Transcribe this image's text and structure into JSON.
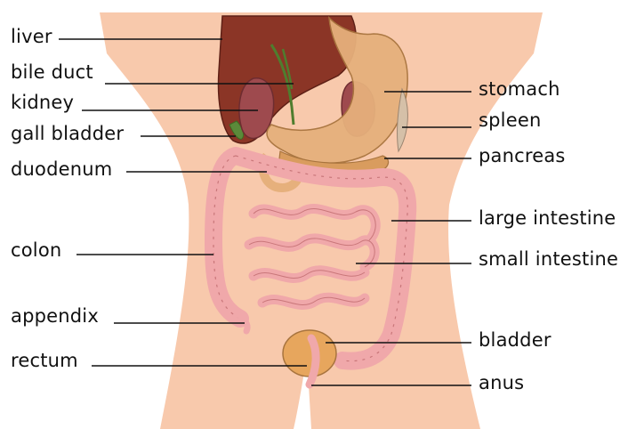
{
  "labels": {
    "liver": "liver",
    "bile_duct": "bile duct",
    "kidney": "kidney",
    "gall_bladder": "gall bladder",
    "duodenum": "duodenum",
    "colon": "colon",
    "appendix": "appendix",
    "rectum": "rectum",
    "stomach": "stomach",
    "spleen": "spleen",
    "pancreas": "pancreas",
    "large_intestine": "large intestine",
    "small_intestine": "small intestine",
    "bladder": "bladder",
    "anus": "anus"
  },
  "colors": {
    "skin": "#f8c9ac",
    "liver": "#8b3526",
    "stomach": "#e6b07c",
    "kidney": "#9e4a4e",
    "intestine": "#f0a8aa",
    "bladder": "#e7a65d",
    "gall_bladder": "#5b8a3a",
    "pancreas": "#d99c5e"
  }
}
